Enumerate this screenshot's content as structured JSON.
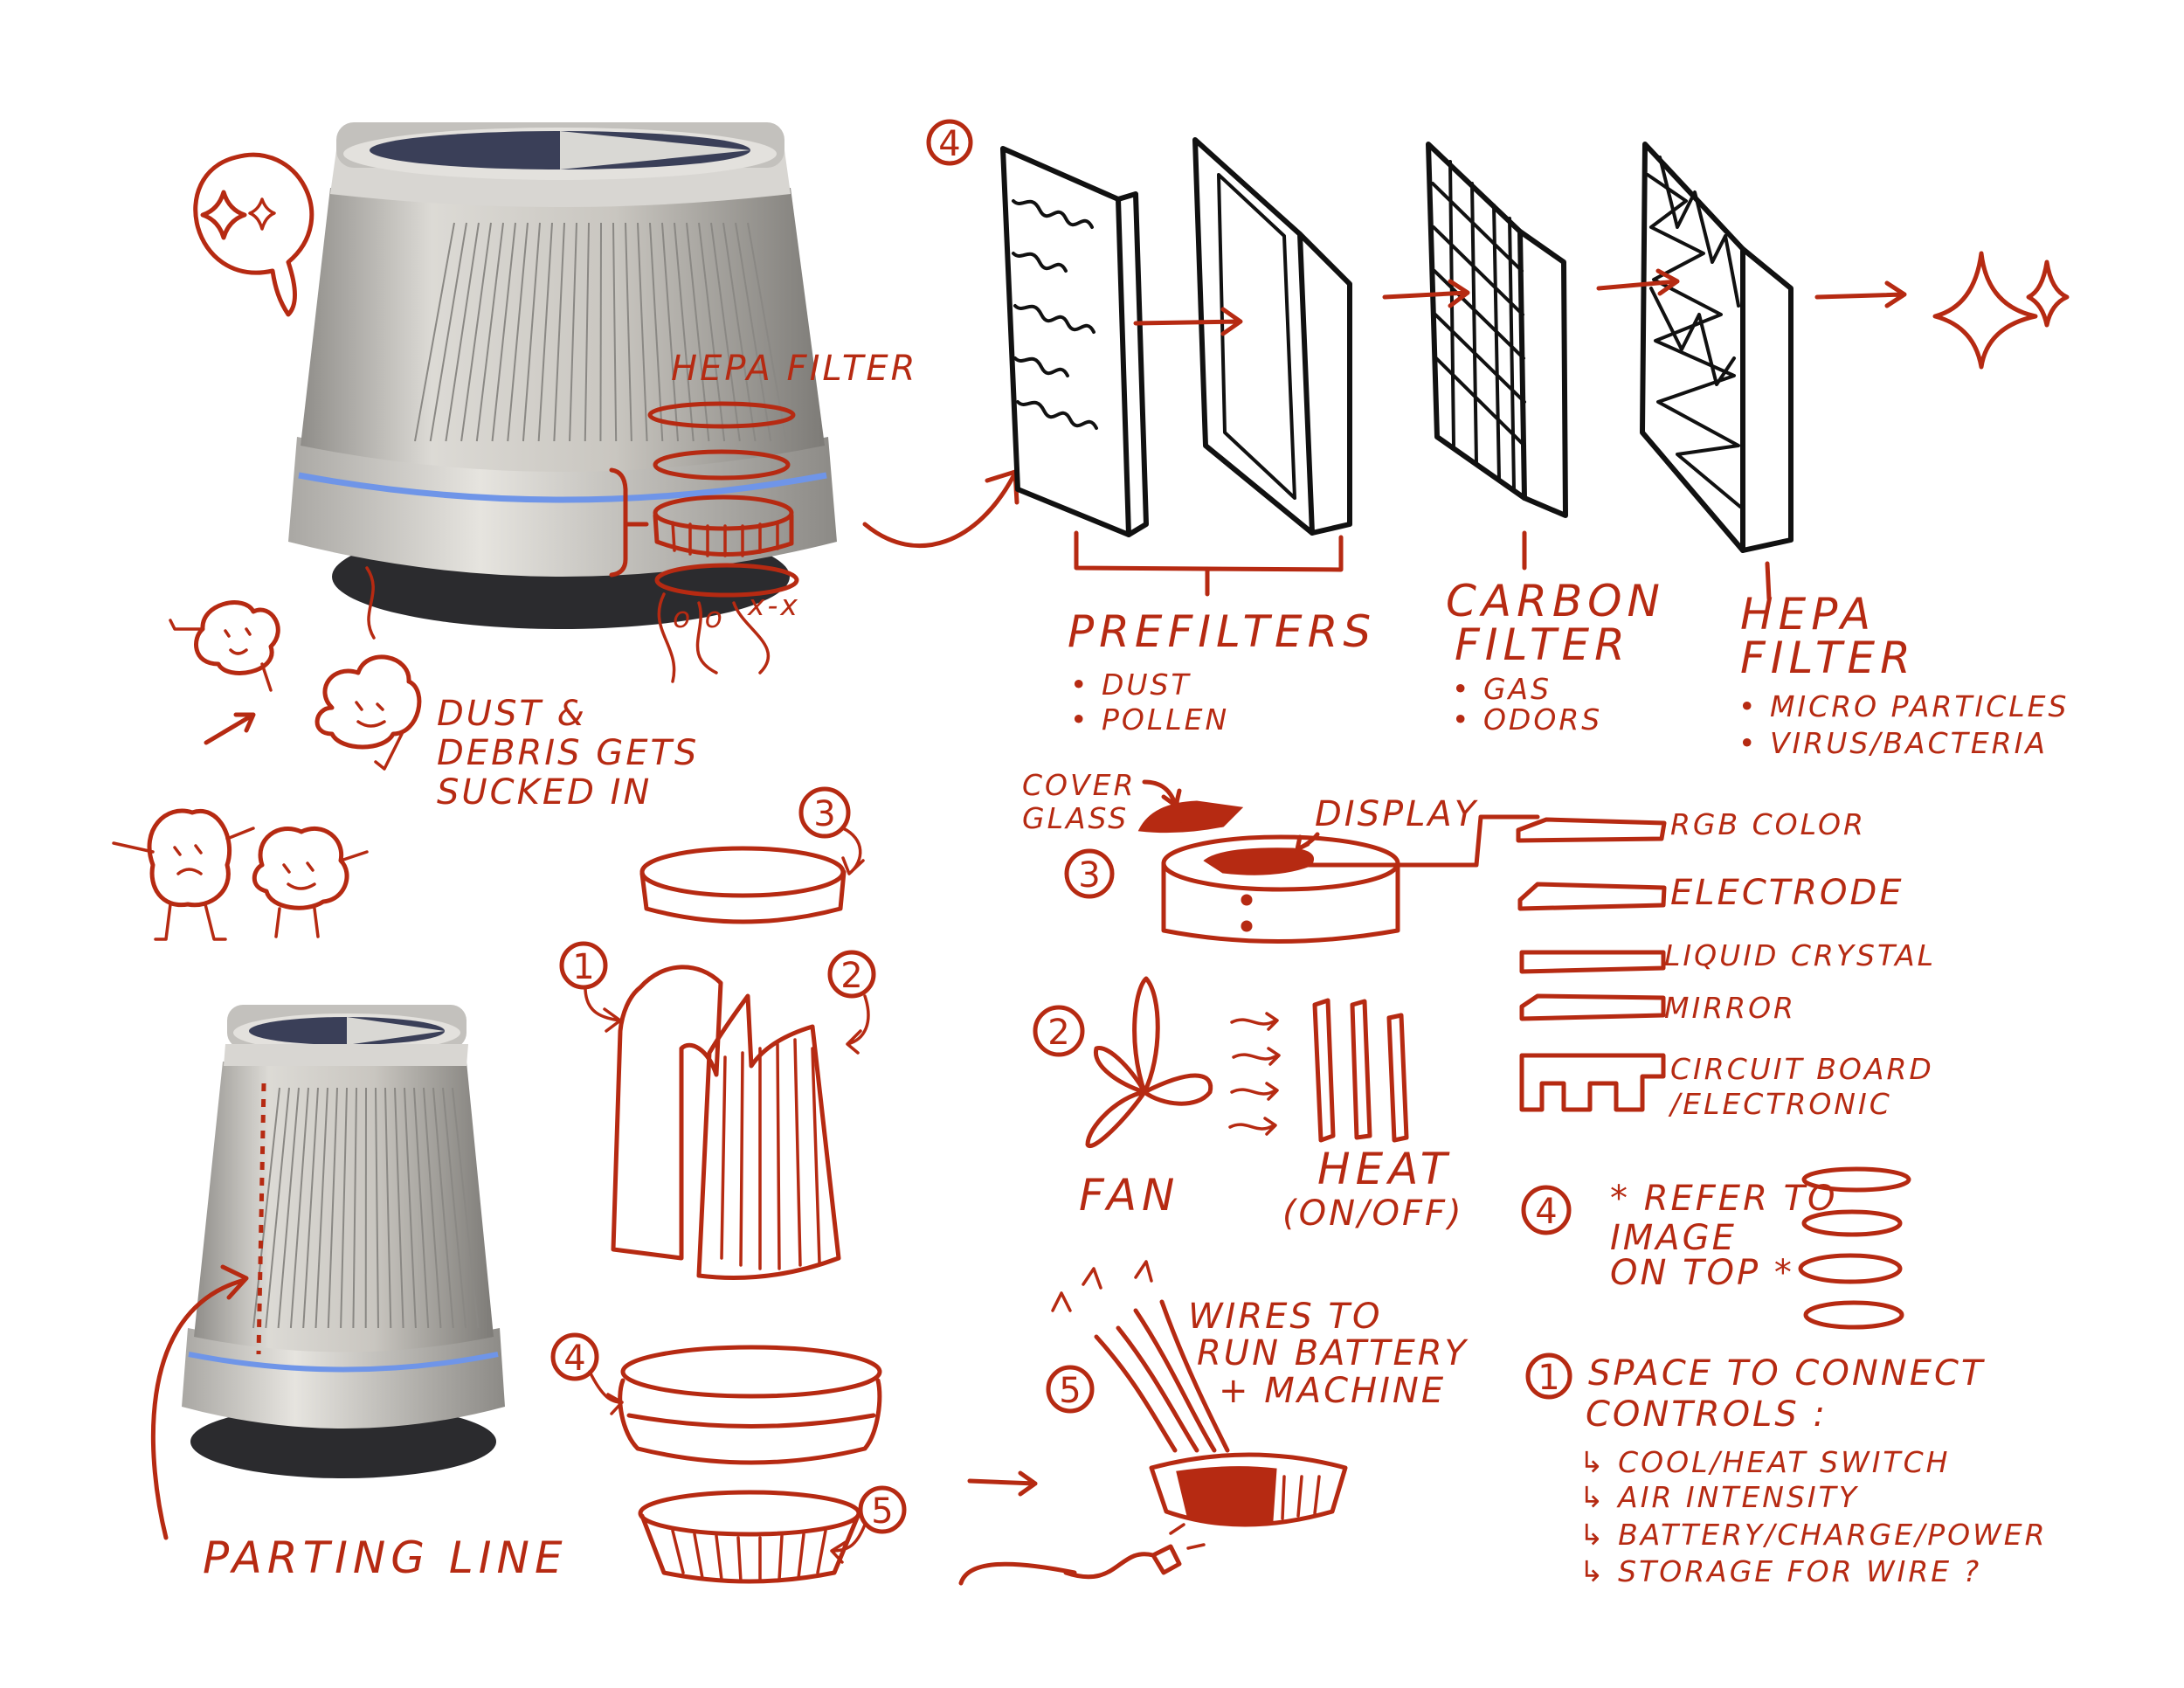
{
  "colors": {
    "ink": "#b62a12",
    "outline": "#111111",
    "product_body": "#cfccc6",
    "product_dark": "#2b2b2e",
    "glow": "#6f95e8"
  },
  "top_left": {
    "hepa_label": "HEPA FILTER",
    "dust_caption": [
      "DUST &",
      "DEBRIS GETS",
      "SUCKED IN"
    ]
  },
  "filter_stages": {
    "step_number": "4",
    "prefilters": {
      "title": "PREFILTERS",
      "items": [
        "• DUST",
        "• POLLEN"
      ]
    },
    "carbon": {
      "title": [
        "CARBON",
        "FILTER"
      ],
      "items": [
        "• GAS",
        "• ODORS"
      ]
    },
    "hepa": {
      "title": [
        "HEPA",
        "FILTER"
      ],
      "items": [
        "• MICRO PARTICLES",
        "• VIRUS/BACTERIA"
      ]
    }
  },
  "display_section": {
    "step_number": "3",
    "cover_glass": [
      "COVER",
      "GLASS"
    ],
    "display_label": "DISPLAY",
    "layers": [
      "RGB COLOR",
      "ELECTRODE",
      "LIQUID CRYSTAL",
      "MIRROR",
      "CIRCUIT BOARD",
      "/ELECTRONIC"
    ]
  },
  "fan_section": {
    "step_number": "2",
    "fan_label": "FAN",
    "heat_label": [
      "HEAT",
      "(ON/OFF)"
    ]
  },
  "refer_note": {
    "step_number": "4",
    "text": [
      "* REFER TO",
      "IMAGE",
      "ON TOP *"
    ]
  },
  "wires_section": {
    "step_number": "5",
    "text": [
      "WIRES TO",
      "RUN BATTERY",
      "+ MACHINE"
    ]
  },
  "controls": {
    "step_number": "1",
    "title": [
      "SPACE TO CONNECT",
      "CONTROLS :"
    ],
    "items": [
      "↳ COOL/HEAT SWITCH",
      "↳ AIR INTENSITY",
      "↳ BATTERY/CHARGE/POWER",
      "↳ STORAGE FOR WIRE ?"
    ]
  },
  "exploded_view": {
    "numbers": [
      "3",
      "1",
      "2",
      "4",
      "5"
    ],
    "parting_label": "PARTING LINE"
  }
}
